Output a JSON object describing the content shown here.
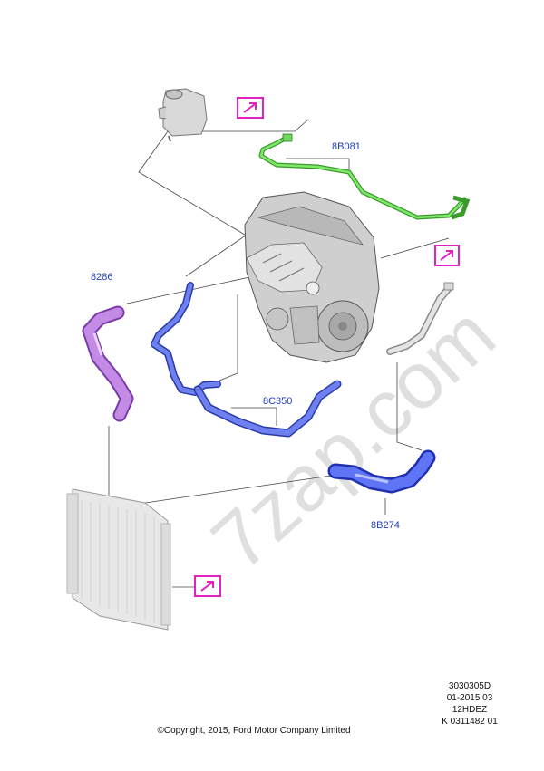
{
  "parts": {
    "p8B081": "8B081",
    "p8286": "8286",
    "p8C350": "8C350",
    "p8B274": "8B274"
  },
  "watermark": "7zap.com",
  "info": {
    "line1": "3030305D",
    "line2": "01-2015 03",
    "line3": "12HDEZ",
    "line4": "K 0311482 01"
  },
  "copyright": "©Copyright, 2015, Ford Motor Company Limited",
  "colors": {
    "link_icon": "#e020c0",
    "hose_blue": "#4a5ce0",
    "hose_purple": "#b070d8",
    "hose_green": "#50d040",
    "label": "#1f3fbf"
  },
  "icons": {
    "link": "arrow-link-icon"
  }
}
